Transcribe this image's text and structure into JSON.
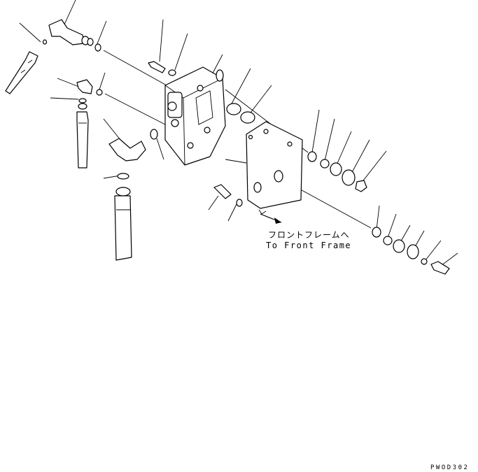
{
  "annotation": {
    "japanese": "フロントフレームへ",
    "english": "To Front Frame"
  },
  "drawing_code": "PWOD302"
}
